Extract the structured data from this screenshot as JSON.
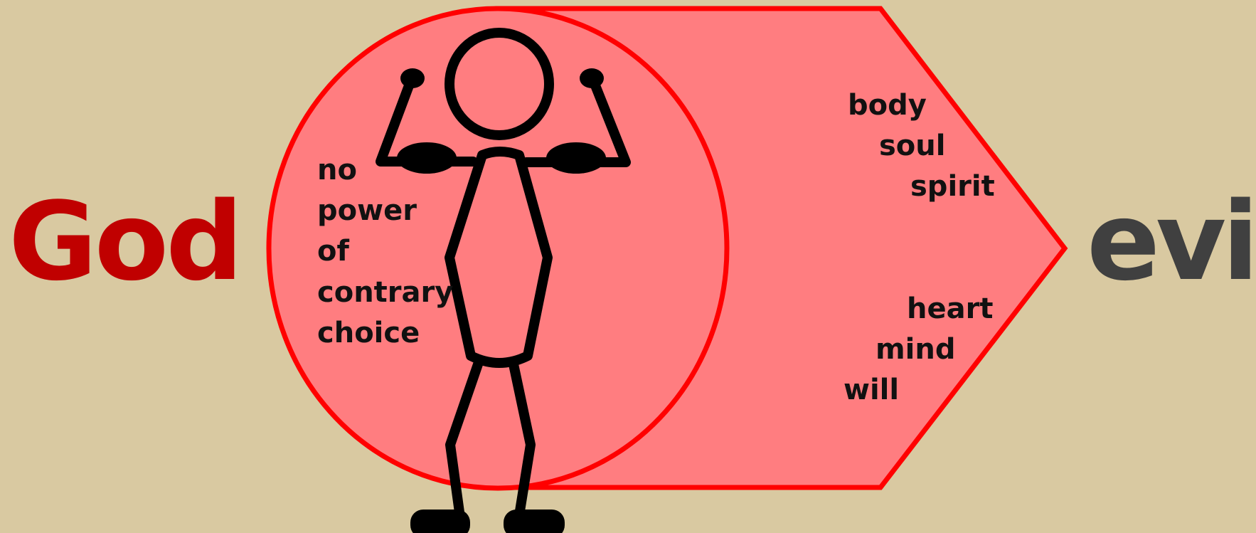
{
  "title_left": "God",
  "title_right": "evil",
  "circle_label": [
    "no",
    "power",
    "of",
    "contrary",
    "choice"
  ],
  "upper_faculties": [
    "body",
    "soul",
    "spirit"
  ],
  "lower_faculties": [
    "heart",
    "mind",
    "will"
  ],
  "colors": {
    "background": "#d9c9a1",
    "shape_fill": "#ff7d80",
    "outline": "#ff0000",
    "god_text": "#c00000",
    "evil_text": "#404040",
    "figure": "#000000"
  },
  "figure_icon": "flexing-stick-figure-icon"
}
